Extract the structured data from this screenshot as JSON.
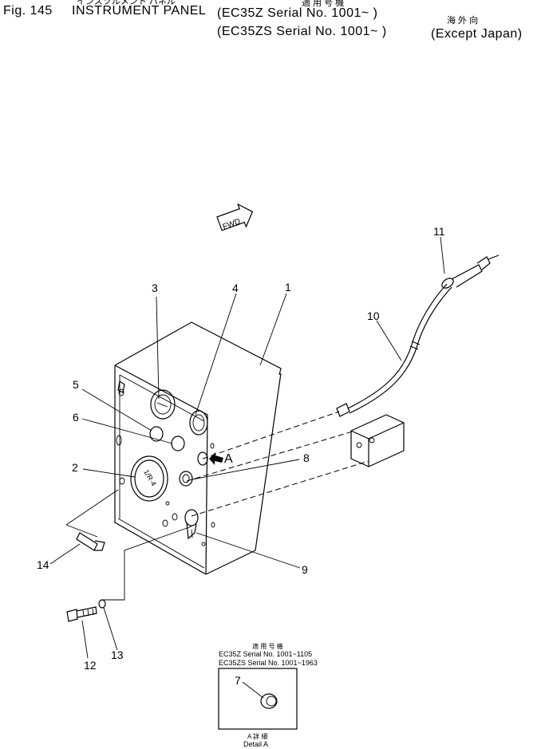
{
  "header": {
    "fig_number": "Fig. 145",
    "title_jp": "インスツルメント パネル",
    "title_en": "INSTRUMENT PANEL",
    "applicability_jp": "適 用 号 機",
    "serial_line_1": "(EC35Z   Serial No. 1001~ )",
    "serial_line_2": "(EC35ZS  Serial No. 1001~ )",
    "destination_jp": "海 外 向",
    "destination_en": "(Except Japan)"
  },
  "callouts": {
    "c1": "1",
    "c2": "2",
    "c3": "3",
    "c4": "4",
    "c5": "5",
    "c6": "6",
    "c7": "7",
    "c8": "8",
    "c9": "9",
    "c10": "10",
    "c11": "11",
    "c12": "12",
    "c13": "13",
    "c14": "14"
  },
  "markers": {
    "fwd": "FWD",
    "view_a": "A",
    "gauge_text": "1/R·4"
  },
  "detail": {
    "applicability_jp": "適 用 号 機",
    "serial_line_1": "EC35Z  Serial No. 1001~1105",
    "serial_line_2": "EC35ZS Serial No. 1001~1963",
    "caption_jp": "A 詳 細",
    "caption_en": "Detail A"
  }
}
